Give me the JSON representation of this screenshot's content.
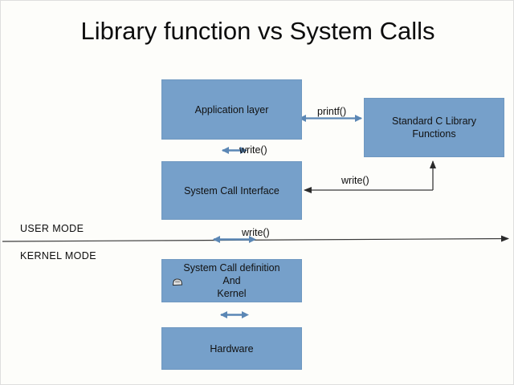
{
  "slide": {
    "title": "Library function vs System Calls",
    "background_color": "#fdfdfa",
    "node_fill_color": "#76a0ca",
    "node_border_color": "#6f98c0",
    "text_color": "#0d0d0d",
    "arrow_blue_color": "#5b87b5",
    "arrow_dark_color": "#333333"
  },
  "nodes": {
    "application_layer": {
      "label": "Application layer"
    },
    "standard_c_library": {
      "line1": "Standard C Library",
      "line2": "Functions"
    },
    "system_call_interface": {
      "label": "System Call Interface"
    },
    "system_call_definition": {
      "line1": "System Call definition",
      "line2": "And",
      "line3": "Kernel"
    },
    "hardware": {
      "label": "Hardware"
    }
  },
  "mode_labels": {
    "user_mode": "USER MODE",
    "kernel_mode": "KERNEL MODE"
  },
  "edge_labels": {
    "printf": "printf()",
    "app_to_sci_write": "write()",
    "lib_to_sci_write": "write()",
    "sci_to_kernel_write": "write()"
  },
  "icons": {
    "cursor": "mouse-cursor-icon"
  }
}
